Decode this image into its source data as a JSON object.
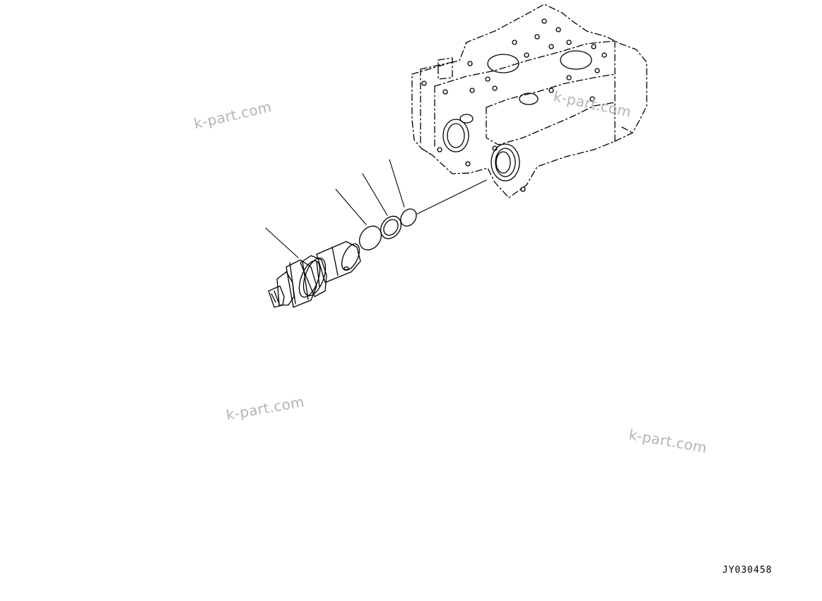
{
  "watermarks": [
    "k-part.com",
    "k-part.com",
    "k-part.com",
    "k-part.com"
  ],
  "figure_id": "JY030458",
  "colors": {
    "line": "#000000",
    "watermark": "#b4b4b4",
    "background": "#ffffff"
  }
}
